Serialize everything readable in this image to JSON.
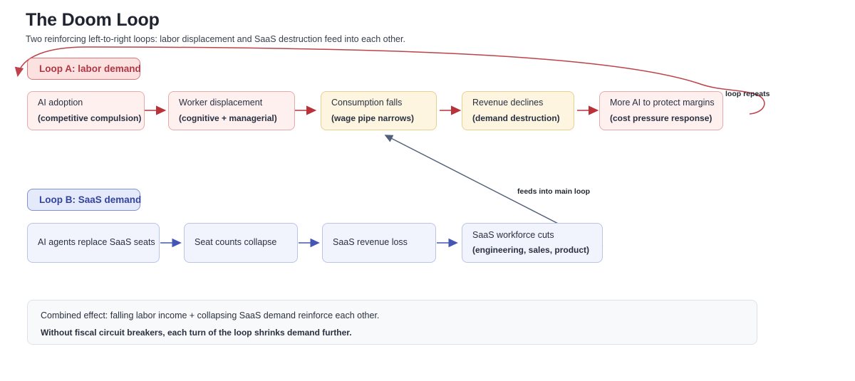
{
  "header": {
    "title": "The Doom Loop",
    "subtitle": "Two reinforcing left-to-right loops: labor displacement and SaaS destruction feed into each other."
  },
  "colors": {
    "loop_a_accent": "#b03744",
    "loop_a_fill": "#fdf0ef",
    "loop_a_border": "#e8a9a8",
    "loop_a_arrow": "#b8323a",
    "mid_fill": "#fdf5e0",
    "mid_border": "#e8cf92",
    "loop_b_accent": "#33449c",
    "loop_b_fill": "#f1f4fd",
    "loop_b_border": "#b9c4e8",
    "loop_b_arrow": "#4456b4",
    "cross_link": "#51607a",
    "panel_fill": "#f8f9fb",
    "panel_border": "#dfe3e9"
  },
  "loop_a": {
    "badge": "Loop A: labor demand",
    "return_label": "loop repeats",
    "nodes": [
      {
        "line1": "AI adoption",
        "line2": "(competitive compulsion)"
      },
      {
        "line1": "Worker displacement",
        "line2": "(cognitive + managerial)"
      },
      {
        "line1": "Consumption falls",
        "line2": "(wage pipe narrows)"
      },
      {
        "line1": "Revenue declines",
        "line2": "(demand destruction)"
      },
      {
        "line1": "More AI to protect margins",
        "line2": "(cost pressure response)"
      }
    ]
  },
  "loop_b": {
    "badge": "Loop B: SaaS demand",
    "nodes": [
      {
        "line1": "AI agents replace SaaS seats",
        "line2": ""
      },
      {
        "line1": "Seat counts collapse",
        "line2": ""
      },
      {
        "line1": "SaaS revenue loss",
        "line2": ""
      },
      {
        "line1": "SaaS workforce cuts",
        "line2": "(engineering, sales, product)"
      }
    ]
  },
  "cross_link": {
    "label": "feeds into main loop"
  },
  "summary": {
    "line1": "Combined effect: falling labor income + collapsing SaaS demand reinforce each other.",
    "line2": "Without fiscal circuit breakers, each turn of the loop shrinks demand further."
  }
}
